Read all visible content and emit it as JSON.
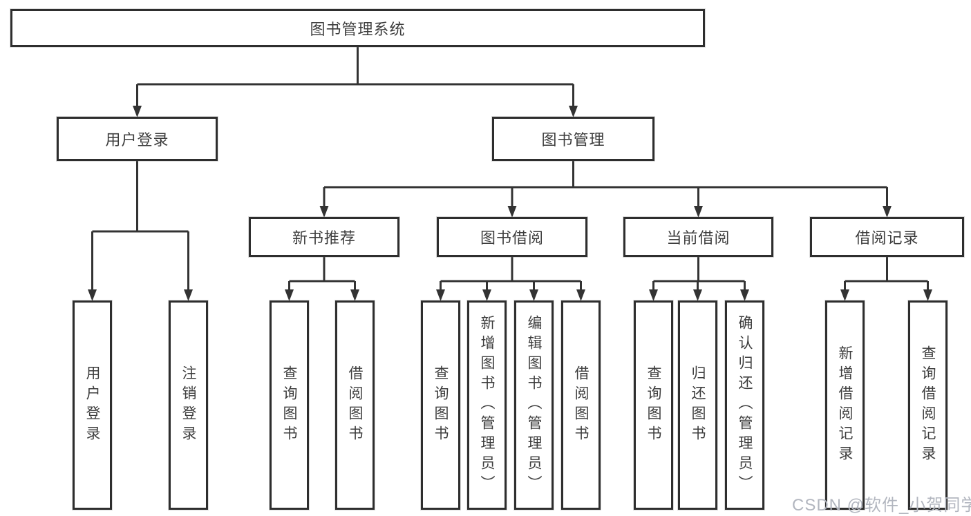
{
  "diagram": {
    "root": {
      "label": "图书管理系统"
    },
    "branches": [
      {
        "label": "用户登录",
        "children": [
          {
            "label": "用户登录"
          },
          {
            "label": "注销登录"
          }
        ]
      },
      {
        "label": "图书管理",
        "children": [
          {
            "label": "新书推荐",
            "children": [
              {
                "label": "查询图书"
              },
              {
                "label": "借阅图书"
              }
            ]
          },
          {
            "label": "图书借阅",
            "children": [
              {
                "label": "查询图书"
              },
              {
                "label": "新增图书（管理员）"
              },
              {
                "label": "编辑图书（管理员）"
              },
              {
                "label": "借阅图书"
              }
            ]
          },
          {
            "label": "当前借阅",
            "children": [
              {
                "label": "查询图书"
              },
              {
                "label": "归还图书"
              },
              {
                "label": "确认归还（管理员）"
              }
            ]
          },
          {
            "label": "借阅记录",
            "children": [
              {
                "label": "新增借阅记录"
              },
              {
                "label": "查询借阅记录"
              }
            ]
          }
        ]
      }
    ]
  },
  "watermark": {
    "text": "CSDN @软件_小贺同学"
  },
  "colors": {
    "line": "#333333",
    "box_border": "#2e2e2e",
    "text": "#3d3d3d",
    "watermark": "#b2b6bf",
    "background": "#ffffff"
  }
}
